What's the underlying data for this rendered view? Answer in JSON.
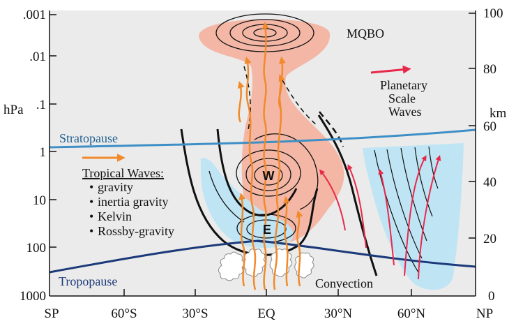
{
  "diagram": {
    "left_axis": {
      "unit": "hPa",
      "ticks": [
        ".001",
        ".01",
        ".1",
        "1",
        "10",
        "100",
        "1000"
      ]
    },
    "right_axis": {
      "unit": "km",
      "ticks": [
        "100",
        "80",
        "60",
        "40",
        "20",
        "0"
      ]
    },
    "x_axis": {
      "ticks": [
        "SP",
        "60°S",
        "30°S",
        "EQ",
        "30°N",
        "60°N",
        "NP"
      ]
    },
    "labels": {
      "mqbo": "MQBO",
      "planetary_line1": "Planetary",
      "planetary_line2": "Scale",
      "planetary_line3": "Waves",
      "stratopause": "Stratopause",
      "tropopause": "Tropopause",
      "convection": "Convection",
      "tropical_title": "Tropical Waves:",
      "westerly": "W",
      "easterly": "E"
    },
    "tropical_waves": [
      "gravity",
      "inertia gravity",
      "Kelvin",
      "Rossby-gravity"
    ],
    "colors": {
      "pink_region": "#f4b7a6",
      "blue_region": "#bfe5f5",
      "stratopause_line": "#3d8fc6",
      "tropopause_line": "#1c3a7a",
      "orange_arrows": "#f08a2a",
      "red_arrows": "#e8284a",
      "contour": "#111111"
    }
  }
}
